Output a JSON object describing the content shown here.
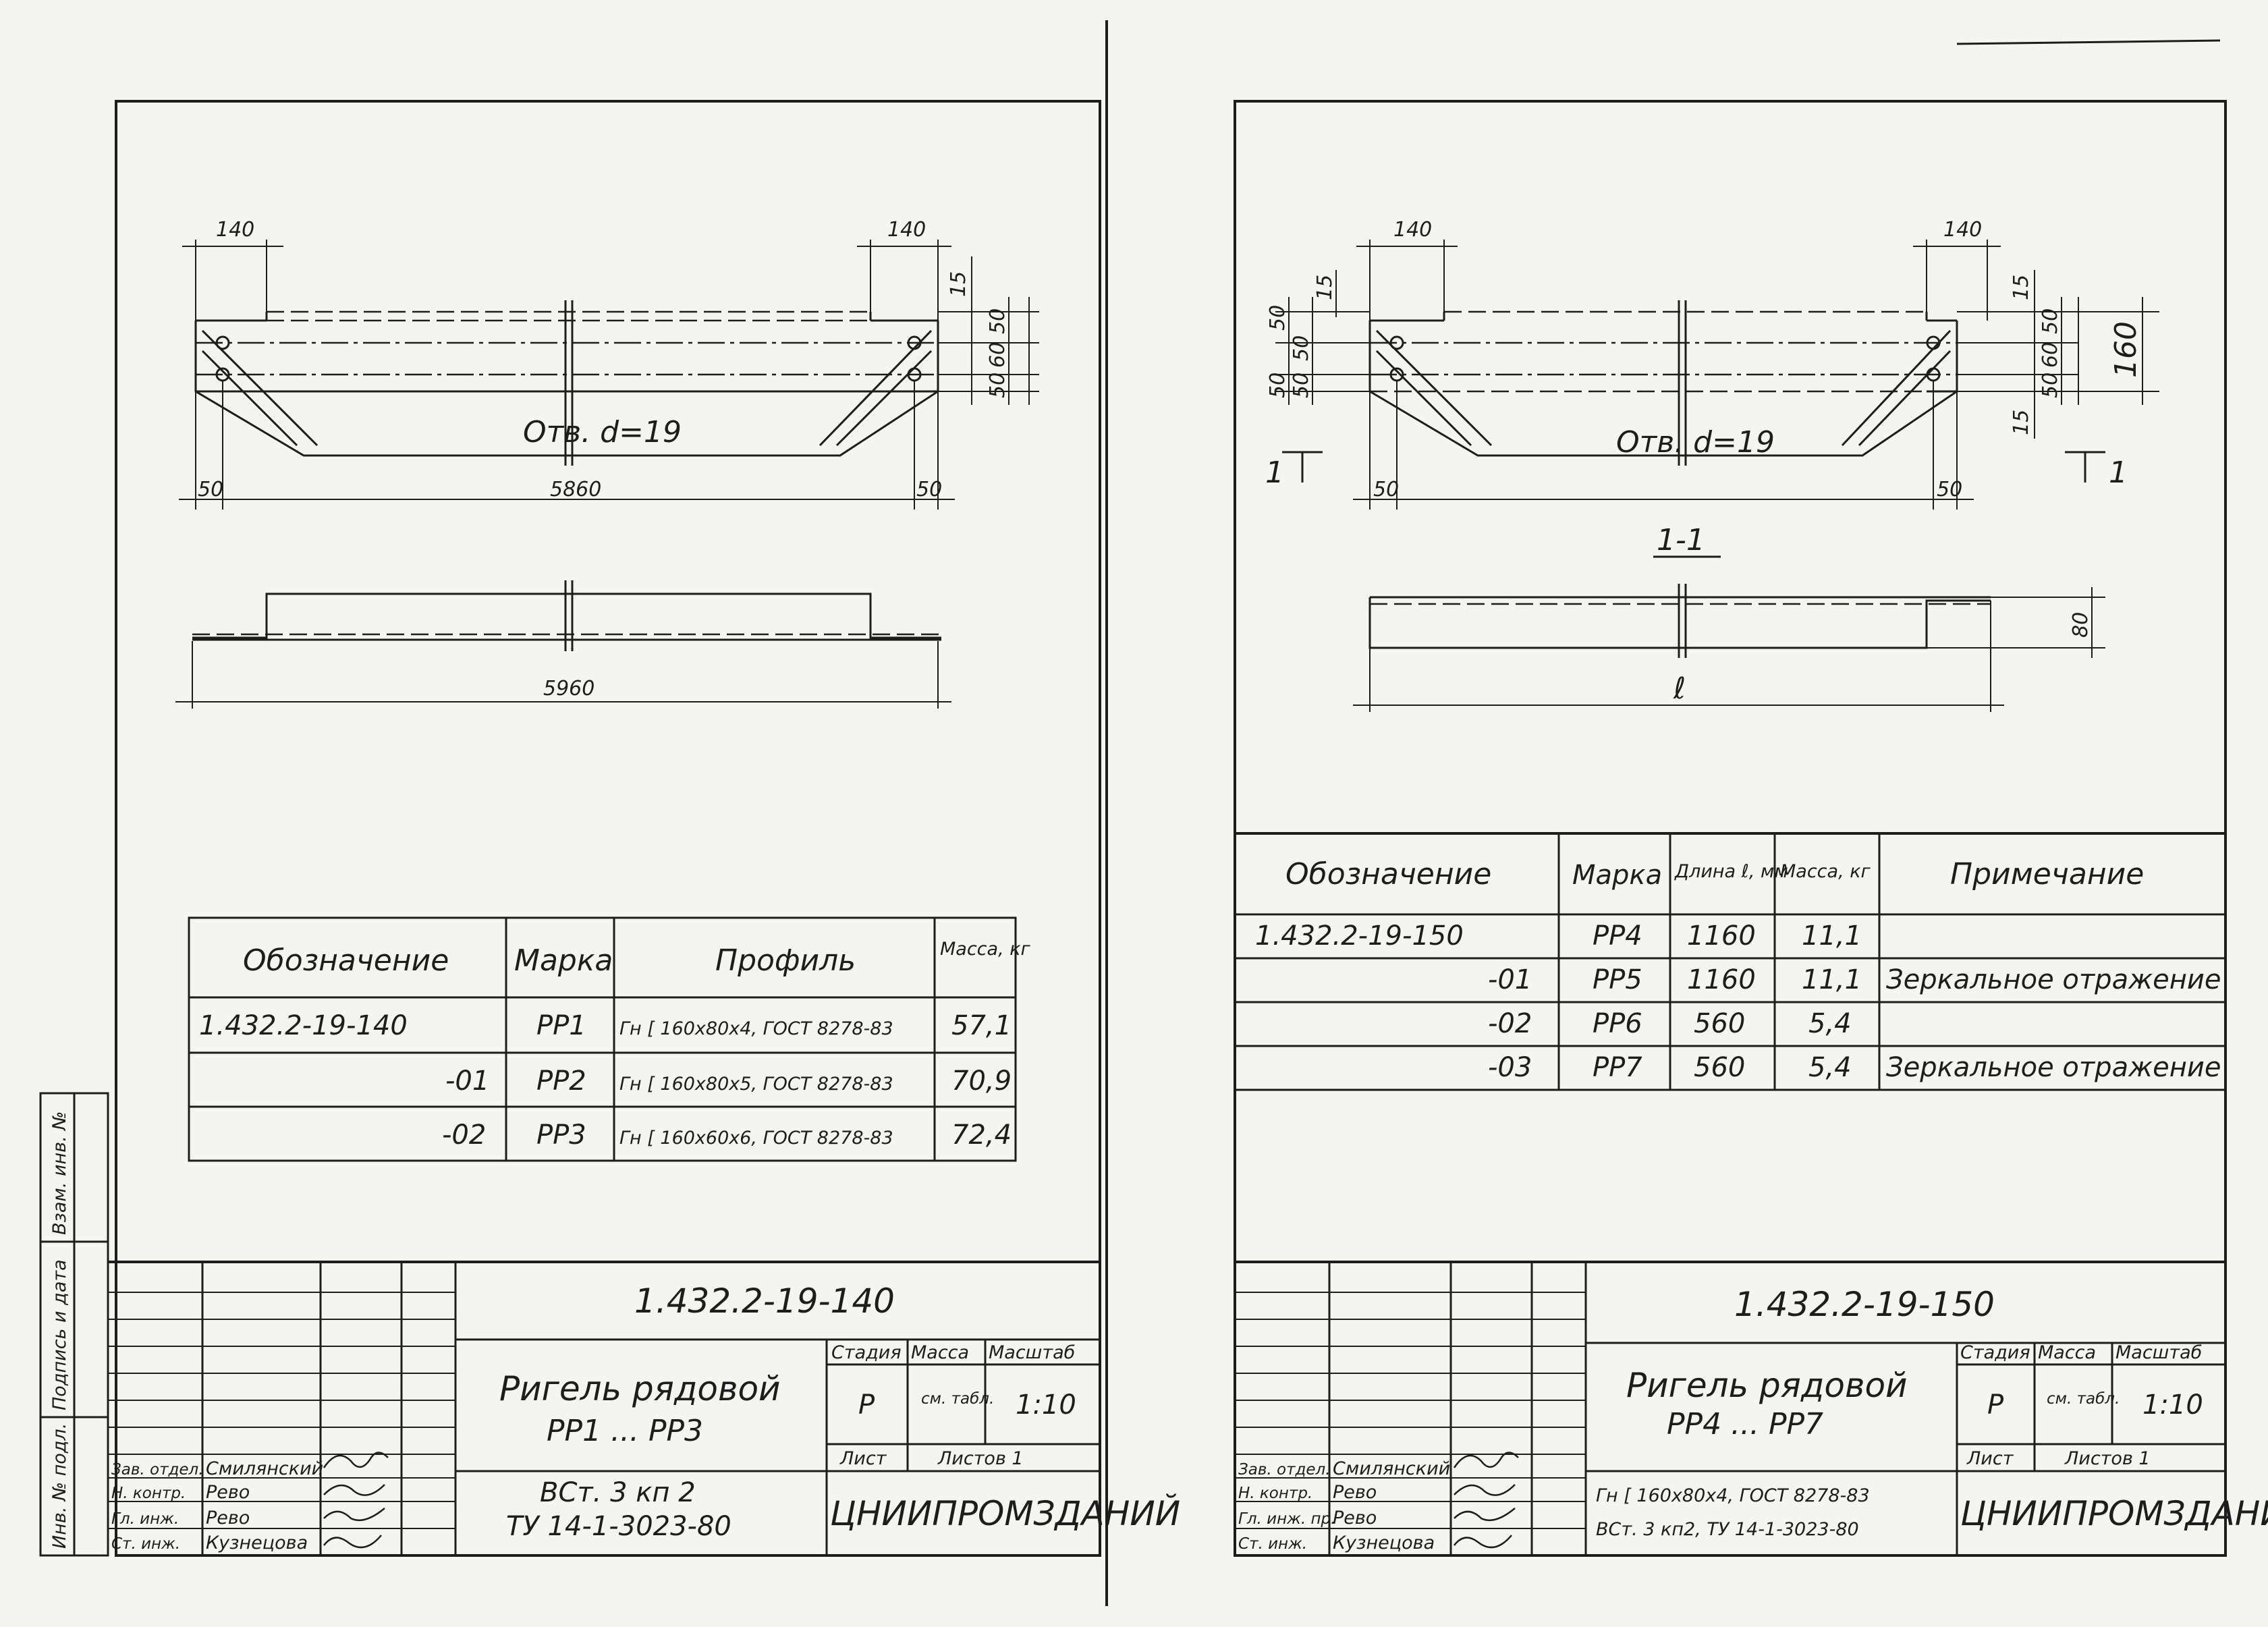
{
  "left_sheet": {
    "plan": {
      "dim_top_left": "140",
      "dim_top_right": "140",
      "dim_15": "15",
      "dim_right_50a": "50",
      "dim_right_60": "60",
      "dim_right_50b": "50",
      "hole_note": "Отв. d=19",
      "dim_bottom_left": "50",
      "dim_bottom_right": "50",
      "length": "5860"
    },
    "side_view": {
      "length": "5960"
    },
    "table": {
      "headers": [
        "Обозначение",
        "Марка",
        "Профиль",
        "Масса, кг"
      ],
      "rows": [
        [
          "1.432.2-19-140",
          "РР1",
          "Гн [ 160х80х4, ГОСТ 8278-83",
          "57,1"
        ],
        [
          "-01",
          "РР2",
          "Гн [ 160х80х5, ГОСТ 8278-83",
          "70,9"
        ],
        [
          "-02",
          "РР3",
          "Гн [ 160х60х6, ГОСТ 8278-83",
          "72,4"
        ]
      ]
    },
    "title_block": {
      "code": "1.432.2-19-140",
      "name_line1": "Ригель рядовой",
      "name_line2": "РР1 ... РР3",
      "material_line1": "ВСт. 3 кп 2",
      "material_line2": "ТУ 14-1-3023-80",
      "stage_label": "Стадия",
      "mass_label": "Масса",
      "scale_label": "Масштаб",
      "stage": "Р",
      "mass": "см. табл.",
      "scale": "1:10",
      "sheet_label": "Лист",
      "sheets_label": "Листов 1",
      "org": "ЦНИИПРОМЗДАНИЙ",
      "roles": [
        "Зав. отдел.",
        "Н. контр.",
        "Гл. инж.",
        "Ст. инж."
      ],
      "names": [
        "Смилянский",
        "Рево",
        "Рево",
        "Кузнецова"
      ]
    },
    "side_stamp": [
      "Инв. № подл.",
      "Подпись и дата",
      "Взам. инв. №"
    ]
  },
  "right_sheet": {
    "plan": {
      "dim_top_left": "140",
      "dim_top_right": "140",
      "dim_15_top": "15",
      "dim_15_bottom": "15",
      "dim_left": [
        "50",
        "50",
        "50",
        "50"
      ],
      "dim_right_50a": "50",
      "dim_right_60": "60",
      "dim_right_50b": "50",
      "dim_total": "160",
      "hole_note": "Отв. d=19",
      "dim_bottom_left": "50",
      "dim_bottom_right": "50",
      "section_mark_left": "1",
      "section_mark_right": "1"
    },
    "section": {
      "label": "1-1",
      "height": "80",
      "length": "ℓ"
    },
    "table": {
      "headers": [
        "Обозначение",
        "Марка",
        "Длина ℓ, мм",
        "Масса, кг",
        "Примечание"
      ],
      "rows": [
        [
          "1.432.2-19-150",
          "РР4",
          "1160",
          "11,1",
          ""
        ],
        [
          "-01",
          "РР5",
          "1160",
          "11,1",
          "Зеркальное отражение"
        ],
        [
          "-02",
          "РР6",
          "560",
          "5,4",
          ""
        ],
        [
          "-03",
          "РР7",
          "560",
          "5,4",
          "Зеркальное отражение"
        ]
      ]
    },
    "title_block": {
      "code": "1.432.2-19-150",
      "name_line1": "Ригель рядовой",
      "name_line2": "РР4 ... РР7",
      "material_line1": "Гн [ 160х80х4, ГОСТ 8278-83",
      "material_line2": "ВСт. 3 кп2, ТУ 14-1-3023-80",
      "stage_label": "Стадия",
      "mass_label": "Масса",
      "scale_label": "Масштаб",
      "stage": "Р",
      "mass": "см. табл.",
      "scale": "1:10",
      "sheet_label": "Лист",
      "sheets_label": "Листов 1",
      "org": "ЦНИИПРОМЗДАНИЙ",
      "roles": [
        "Зав. отдел.",
        "Н. контр.",
        "Гл. инж. пр.",
        "Ст. инж."
      ],
      "names": [
        "Смилянский",
        "Рево",
        "Рево",
        "Кузнецова"
      ]
    }
  }
}
